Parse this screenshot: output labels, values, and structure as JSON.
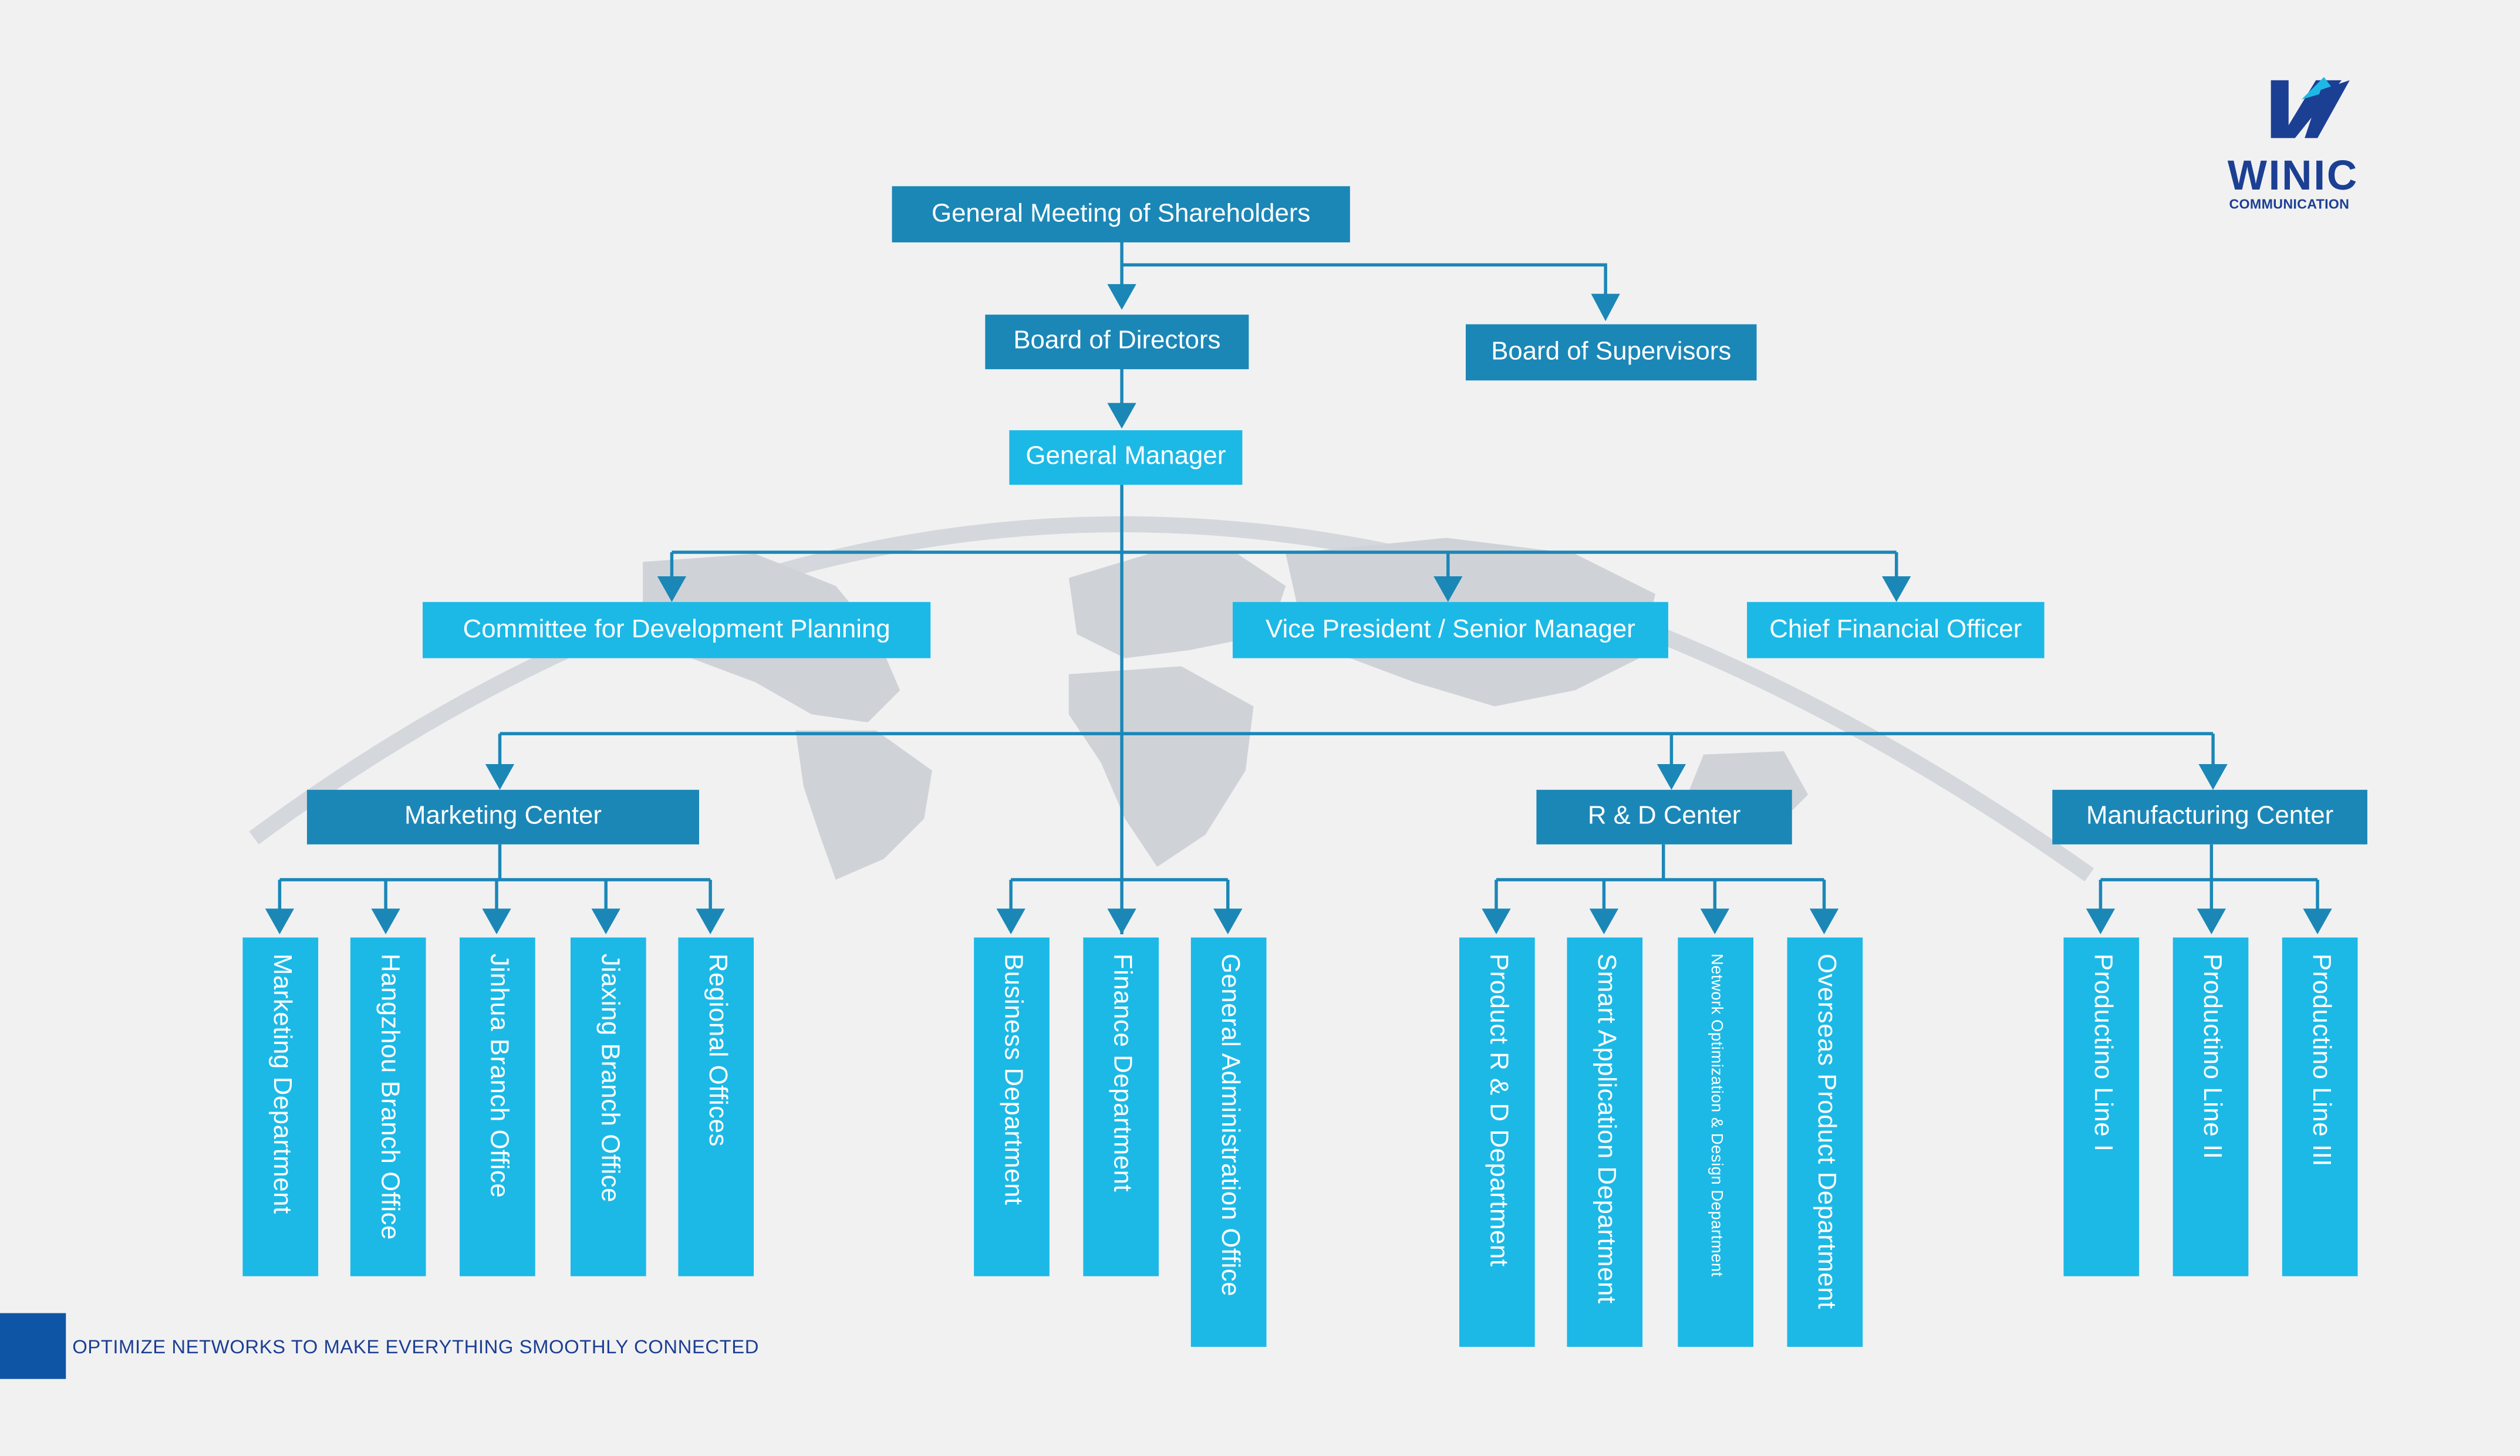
{
  "brand": {
    "name": "WINIC",
    "sub": "COMMUNICATION",
    "color": "#1b3f93"
  },
  "footer": {
    "tagline": "OPTIMIZE NETWORKS TO MAKE EVERYTHING SMOOTHLY CONNECTED"
  },
  "colors": {
    "dark_box": "#1b87b7",
    "light_box": "#1cb9e6",
    "connector": "#1b87b7",
    "background": "#f1f1f2"
  },
  "org": {
    "top": {
      "shareholders": "General Meeting of Shareholders",
      "directors": "Board of Directors",
      "supervisors": "Board of Supervisors",
      "gm": "General Manager"
    },
    "level2": {
      "committee": "Committee for Development Planning",
      "vp": "Vice President / Senior Manager",
      "cfo": "Chief Financial Officer"
    },
    "centers": {
      "marketing": "Marketing Center",
      "rd": "R & D Center",
      "manufacturing": "Manufacturing Center"
    },
    "departments": {
      "marketing": [
        "Marketing Department",
        "Hangzhou Branch Office",
        "Jinhua Branch Office",
        "Jiaxing Branch Office",
        "Regional Offices"
      ],
      "general": [
        "Business Department",
        "Finance Department",
        "General Administration Office"
      ],
      "rd": [
        "Product R & D Department",
        "Smart Application Department",
        "Network Optimization & Design Department",
        "Overseas Product Department"
      ],
      "manufacturing": [
        "Productino Line I",
        "Productino Line II",
        "Productino Line III"
      ]
    }
  }
}
